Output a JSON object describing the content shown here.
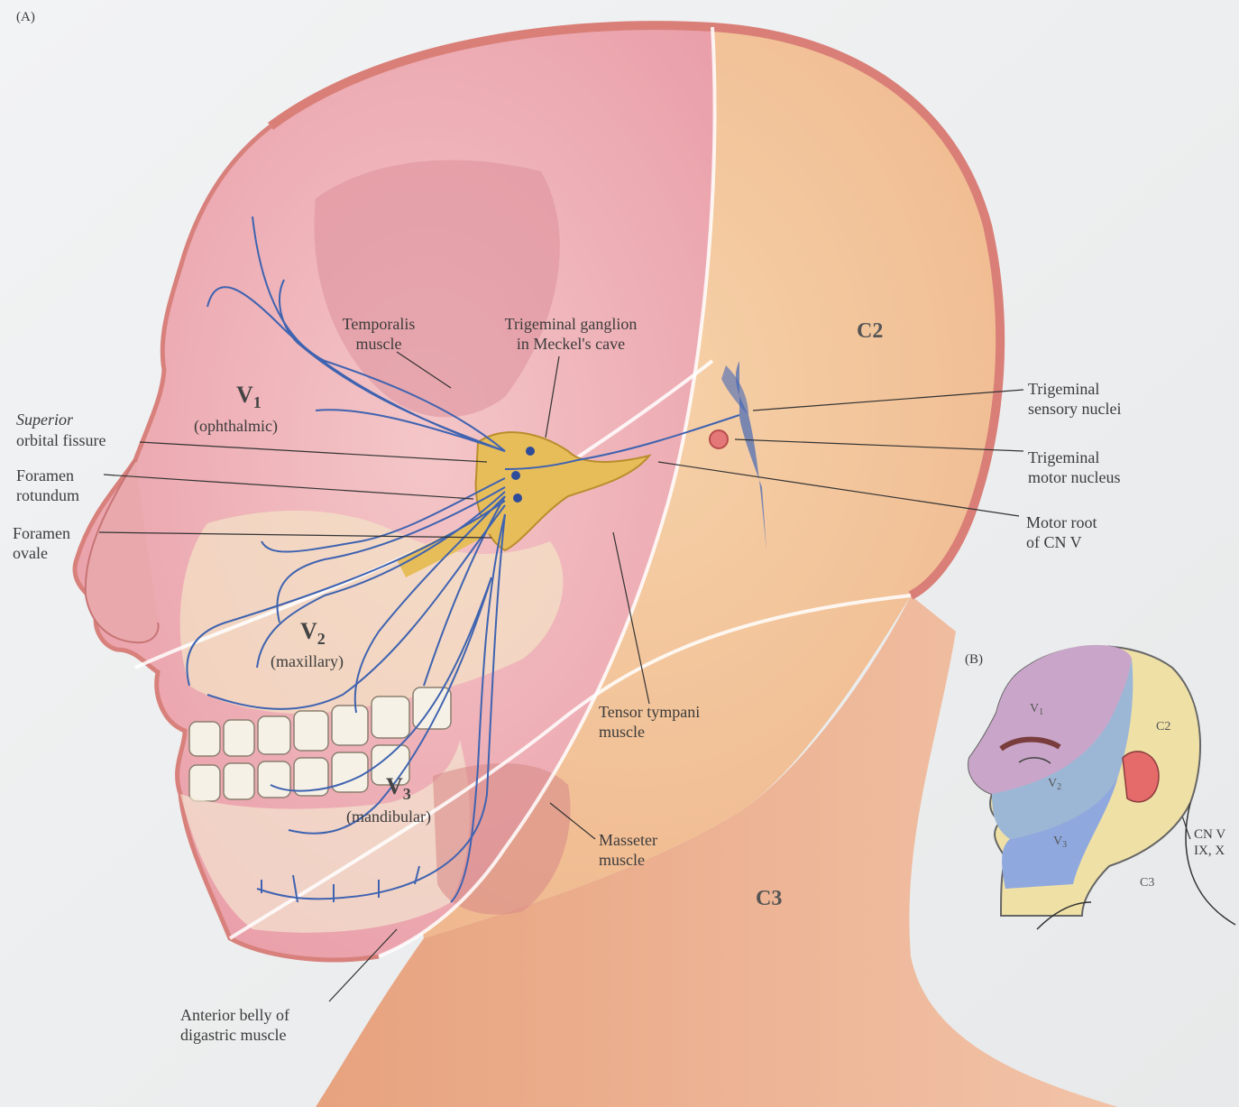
{
  "panels": {
    "a": "(A)",
    "b": "(B)"
  },
  "labels": {
    "temporalis": "Temporalis\nmuscle",
    "trigeminal_ganglion": "Trigeminal ganglion\nin Meckel's cave",
    "c2": "C2",
    "c3": "C3",
    "trigeminal_sensory": "Trigeminal\nsensory nuclei",
    "trigeminal_motor": "Trigeminal\nmotor nucleus",
    "motor_root": "Motor root\nof CN V",
    "superior_orbital_a": "Superior",
    "superior_orbital_b": "orbital fissure",
    "foramen_rotundum": "Foramen\nrotundum",
    "foramen_ovale": "Foramen\novale",
    "v1_main": "V",
    "v1_sub": "1",
    "v1_name": "(ophthalmic)",
    "v2_main": "V",
    "v2_sub": "2",
    "v2_name": "(maxillary)",
    "v3_main": "V",
    "v3_sub": "3",
    "v3_name": "(mandibular)",
    "tensor_tympani": "Tensor tympani\nmuscle",
    "masseter": "Masseter\nmuscle",
    "anterior_belly": "Anterior belly of\ndigastric muscle"
  },
  "inset": {
    "v1_main": "V",
    "v1_sub": "1",
    "v2_main": "V",
    "v2_sub": "2",
    "v3_main": "V",
    "v3_sub": "3",
    "c2": "C2",
    "c3": "C3",
    "cn_label": "CN V\nIX, X"
  },
  "colors": {
    "v1_region": "#e9a3ad",
    "c2_region": "#f3c79a",
    "c3_region": "#eba882",
    "nerve_blue": "#3f63b0",
    "ganglion_yellow": "#e3b64a",
    "inset_v1": "#c9a6c9",
    "inset_v2": "#9cb7d6",
    "inset_v3": "#8fa9df",
    "inset_c": "#efe0a6"
  }
}
